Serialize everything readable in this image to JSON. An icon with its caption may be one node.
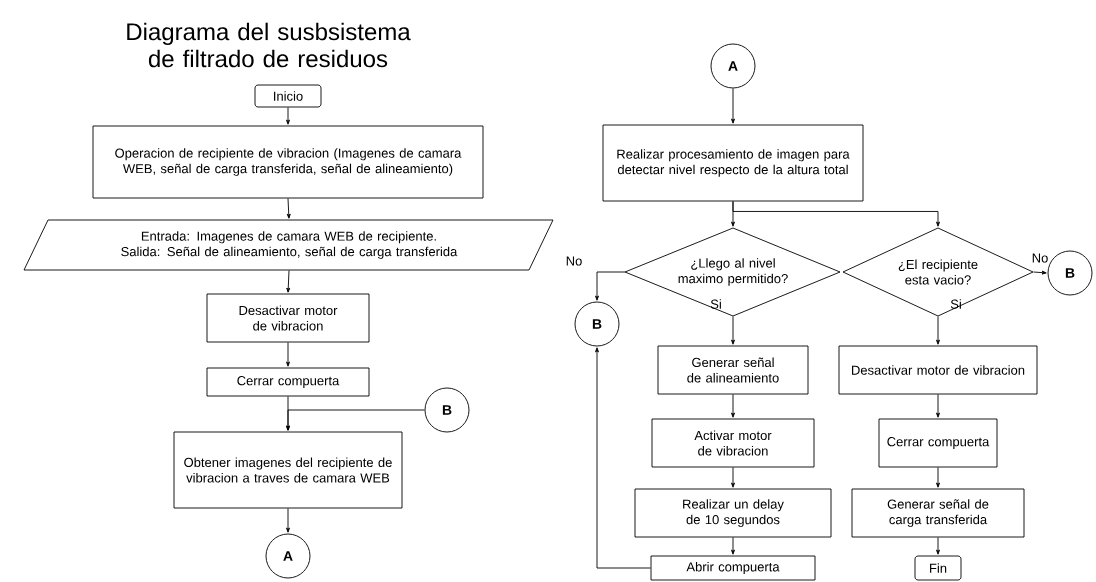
{
  "diagram": {
    "title": "Diagrama del susbsistema de filtrado de residuos",
    "nodes": [
      {
        "text": [
          "Inicio"
        ]
      },
      {
        "text": [
          "Operacion de recipiente de vibracion (Imagenes de camara WEB, señal de carga transferida, señal de alineamiento)"
        ]
      },
      {
        "text": [
          "Entrada: Imagenes de camara WEB de recipiente.",
          "Salida: Señal de alineamiento, señal de carga transferida"
        ]
      },
      {
        "text": [
          "Desactivar motor de vibracion"
        ]
      },
      {
        "text": [
          "Cerrar compuerta"
        ]
      },
      {
        "text": [
          "B"
        ]
      },
      {
        "text": [
          "Obtener imagenes del recipiente de vibracion a traves de camara WEB"
        ]
      },
      {
        "text": [
          "A"
        ]
      },
      {
        "text": [
          "A"
        ]
      },
      {
        "text": [
          "Realizar procesamiento de imagen para detectar nivel respecto de la altura total"
        ]
      },
      {
        "text": [
          "¿Llego al nivel maximo permitido?"
        ]
      },
      {
        "text": [
          "¿El recipiente esta vacio?"
        ]
      },
      {
        "text": [
          "B"
        ]
      },
      {
        "text": [
          "B"
        ]
      },
      {
        "text": [
          "Generar señal de alineamiento"
        ]
      },
      {
        "text": [
          "Activar motor de vibracion"
        ]
      },
      {
        "text": [
          "Realizar un delay de 10 segundos"
        ]
      },
      {
        "text": [
          "Abrir compuerta"
        ]
      },
      {
        "text": [
          "Desactivar motor de vibracion"
        ]
      },
      {
        "text": [
          "Cerrar compuerta"
        ]
      },
      {
        "text": [
          "Generar señal de carga transferida"
        ]
      },
      {
        "text": [
          "Fin"
        ]
      }
    ],
    "edges": [
      {
        "from": 0,
        "to": 1,
        "arrow": "to"
      },
      {
        "from": 1,
        "to": 2,
        "arrow": "to"
      },
      {
        "from": 2,
        "to": 3,
        "arrow": "to"
      },
      {
        "from": 3,
        "to": 4,
        "arrow": "to"
      },
      {
        "from": 4,
        "to": 6,
        "arrow": "to"
      },
      {
        "from": 5,
        "to": 6,
        "arrow": "to"
      },
      {
        "from": 6,
        "to": 7,
        "arrow": "to"
      },
      {
        "from": 8,
        "to": 9,
        "arrow": "to"
      },
      {
        "from": 9,
        "to": 10,
        "arrow": "to"
      },
      {
        "from": 9,
        "to": 11,
        "arrow": "to"
      },
      {
        "from": 10,
        "to": 13,
        "arrow": "to",
        "label": "No"
      },
      {
        "from": 10,
        "to": 14,
        "arrow": "to",
        "label": "Si"
      },
      {
        "from": 11,
        "to": 12,
        "arrow": "to",
        "label": "No"
      },
      {
        "from": 11,
        "to": 18,
        "arrow": "to",
        "label": "Si"
      },
      {
        "from": 14,
        "to": 15,
        "arrow": "to"
      },
      {
        "from": 15,
        "to": 16,
        "arrow": "to"
      },
      {
        "from": 16,
        "to": 17,
        "arrow": "to"
      },
      {
        "from": 17,
        "to": 13,
        "arrow": "to"
      },
      {
        "from": 18,
        "to": 19,
        "arrow": "to"
      },
      {
        "from": 19,
        "to": 20,
        "arrow": "to"
      },
      {
        "from": 20,
        "to": 21,
        "arrow": "to"
      }
    ]
  }
}
